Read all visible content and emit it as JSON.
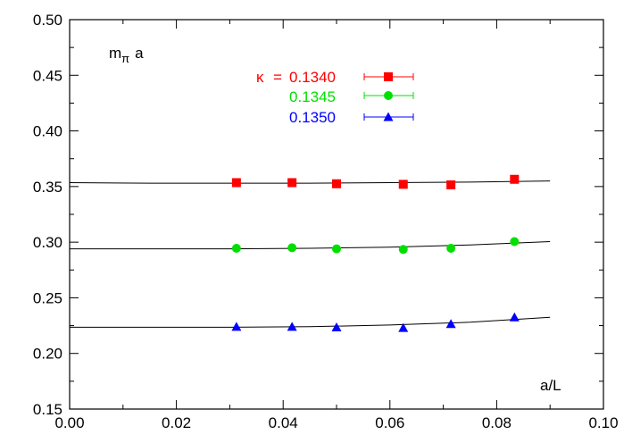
{
  "chart_data": {
    "type": "scatter",
    "title": "",
    "xlabel": "a/L",
    "ylabel_main": "m",
    "ylabel_sub": "π",
    "ylabel_tail": "a",
    "xlim": [
      0.0,
      0.1
    ],
    "ylim": [
      0.15,
      0.5
    ],
    "x_ticks": [
      0.0,
      0.02,
      0.04,
      0.06,
      0.08,
      0.1
    ],
    "x_tick_labels": [
      "0.00",
      "0.02",
      "0.04",
      "0.06",
      "0.08",
      "0.10"
    ],
    "y_ticks": [
      0.15,
      0.2,
      0.25,
      0.3,
      0.35,
      0.4,
      0.45,
      0.5
    ],
    "y_tick_labels": [
      "0.15",
      "0.20",
      "0.25",
      "0.30",
      "0.35",
      "0.40",
      "0.45",
      "0.50"
    ],
    "grid": false,
    "legend_placement": "top-center",
    "legend_symbol": "κ",
    "legend_equals": "=",
    "x": [
      0.03125,
      0.041667,
      0.05,
      0.0625,
      0.071429,
      0.083333
    ],
    "series": [
      {
        "name": "0.1340",
        "marker": "square",
        "color": "#ff0000",
        "values": [
          0.3535,
          0.3535,
          0.3525,
          0.352,
          0.3515,
          0.3565
        ],
        "fit": [
          0.3535,
          0.353,
          0.353,
          0.353,
          0.3535,
          0.354,
          0.355
        ]
      },
      {
        "name": "0.1345",
        "marker": "circle",
        "color": "#00e000",
        "values": [
          0.2945,
          0.295,
          0.294,
          0.2935,
          0.2945,
          0.3005
        ],
        "fit": [
          0.294,
          0.294,
          0.294,
          0.2945,
          0.2955,
          0.2975,
          0.3005
        ]
      },
      {
        "name": "0.1350",
        "marker": "triangle",
        "color": "#0000ff",
        "values": [
          0.224,
          0.224,
          0.2235,
          0.223,
          0.2265,
          0.2325
        ],
        "fit": [
          0.2235,
          0.2235,
          0.2235,
          0.224,
          0.2255,
          0.228,
          0.2325
        ]
      }
    ],
    "fit_x": [
      0.0,
      0.015,
      0.03,
      0.045,
      0.06,
      0.075,
      0.09
    ],
    "fit_color": "#000000"
  }
}
